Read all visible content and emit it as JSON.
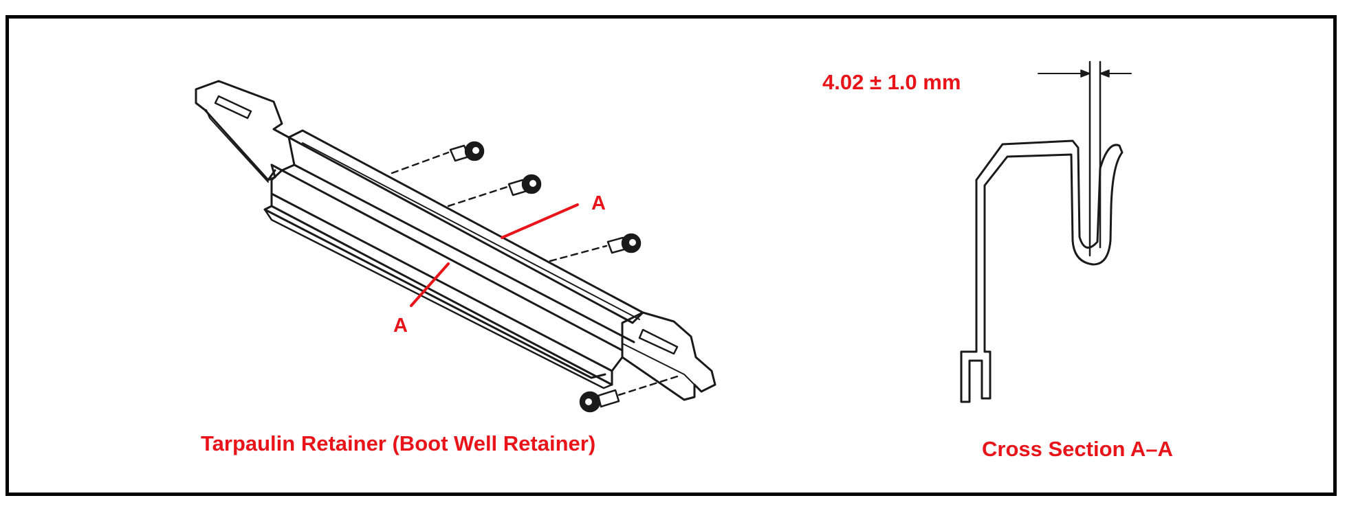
{
  "colors": {
    "accent": "#e8141a",
    "line": "#1a1a1a",
    "frame": "#000000"
  },
  "labels": {
    "left_caption": "Tarpaulin Retainer (Boot Well Retainer)",
    "right_caption": "Cross Section A–A",
    "dimension": "4.02 ±  1.0 mm",
    "section_mark_upper": "A",
    "section_mark_lower": "A"
  }
}
